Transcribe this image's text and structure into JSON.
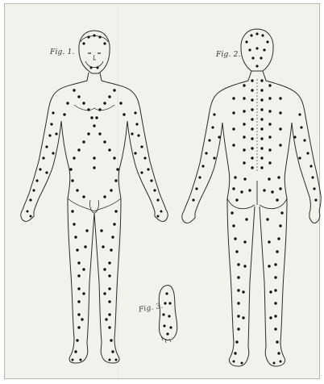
{
  "figures": {
    "fig1": {
      "label": "Fig. 1."
    },
    "fig2": {
      "label": "Fig. 2."
    },
    "fig3": {
      "label": "Fig. 3."
    }
  },
  "colors": {
    "paper": "#f3f1ec",
    "ink": "#2a2a2a",
    "dot": "#111111"
  }
}
